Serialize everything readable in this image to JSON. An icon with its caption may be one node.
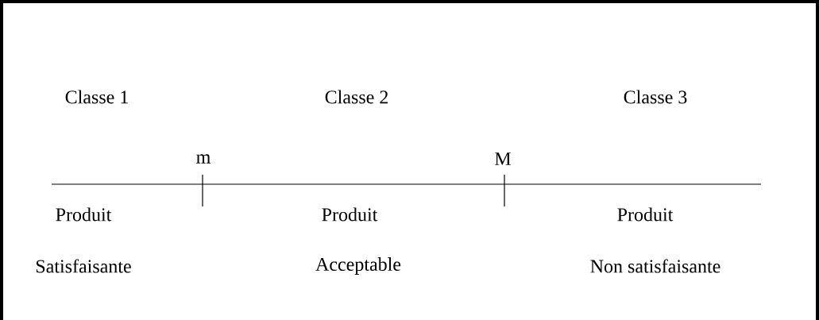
{
  "diagram": {
    "labels": [
      "Classe 1",
      "Classe 2",
      "Classe 3",
      "m",
      "M",
      "Produit",
      "Produit",
      "Produit",
      "Satisfaisante",
      "Acceptable",
      "Non satisfaisante"
    ]
  }
}
